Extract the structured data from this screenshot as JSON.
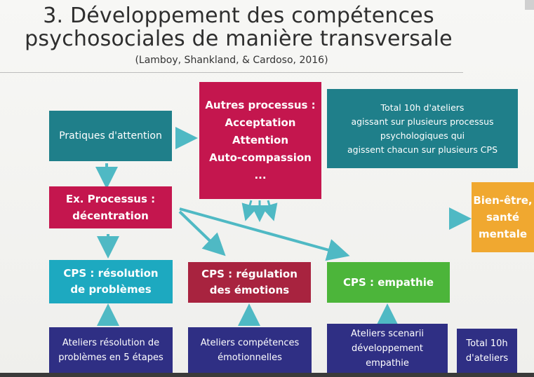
{
  "title": {
    "line1": "3. Développement des compétences",
    "line2": "psychosociales de manière transversale"
  },
  "subtitle": "(Lamboy, Shankland, & Cardoso, 2016)",
  "boxes": {
    "pratiques": "Pratiques d'attention",
    "autres": {
      "l1": "Autres processus :",
      "l2": "Acceptation",
      "l3": "Attention",
      "l4": "Auto-compassion",
      "l5": "..."
    },
    "total_ateliers": {
      "l1": "Total 10h d'ateliers",
      "l2": "agissant sur plusieurs processus",
      "l3": "psychologiques qui",
      "l4": "agissent chacun sur plusieurs CPS"
    },
    "ex_processus": {
      "l1": "Ex. Processus :",
      "l2": "décentration"
    },
    "bien_etre": {
      "l1": "Bien-être,",
      "l2": "santé",
      "l3": "mentale"
    },
    "cps_resolution": {
      "l1": "CPS : résolution",
      "l2": "de problèmes"
    },
    "cps_regulation": {
      "l1": "CPS : régulation",
      "l2": "des émotions"
    },
    "cps_empathie": "CPS : empathie",
    "ateliers_resolution": {
      "l1": "Ateliers résolution de",
      "l2": "problèmes en 5 étapes"
    },
    "ateliers_competences": {
      "l1": "Ateliers compétences",
      "l2": "émotionnelles"
    },
    "ateliers_scenarii": {
      "l1": "Ateliers scenarii",
      "l2": "développement",
      "l3": "empathie"
    },
    "total_10h": {
      "l1": "Total 10h",
      "l2": "d'ateliers"
    }
  },
  "colors": {
    "teal": "#1f7f8a",
    "red": "#c4164e",
    "cyan": "#1da9c0",
    "maroon": "#a8233f",
    "green": "#4cb53a",
    "navy": "#2f2f84",
    "orange": "#f0a830",
    "arrow": "#4fb9c4"
  }
}
